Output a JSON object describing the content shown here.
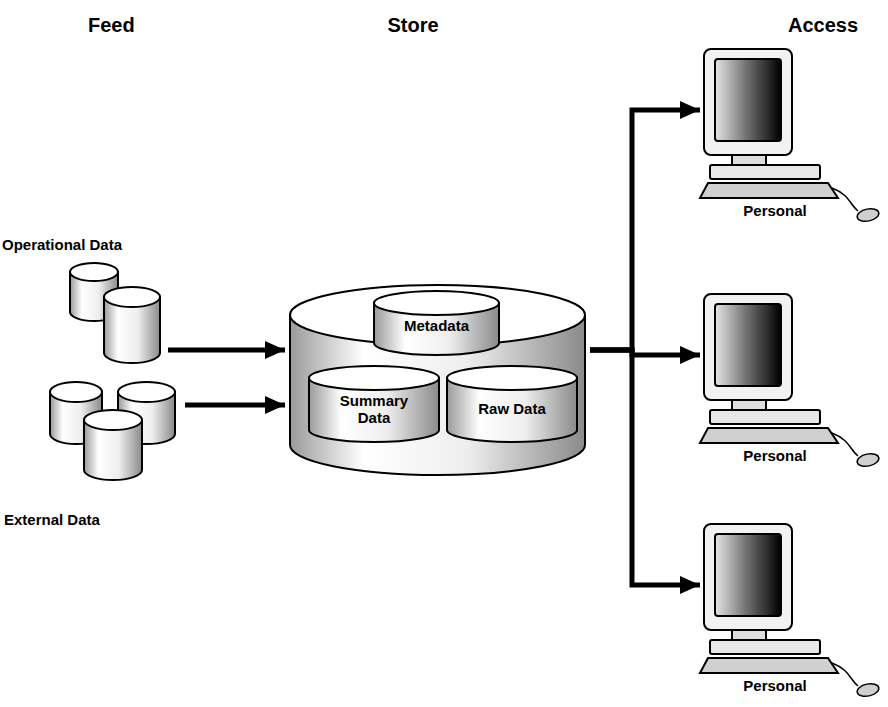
{
  "diagram": {
    "nodes": [
      {
        "text": [
          "Operational Data"
        ]
      },
      {
        "text": [
          "External Data"
        ]
      },
      {
        "text": [
          "Store"
        ]
      },
      {
        "text": [
          "Metadata"
        ],
        "in": 2
      },
      {
        "text": [
          "Summary Data"
        ],
        "in": 2
      },
      {
        "text": [
          "Raw Data"
        ],
        "in": 2
      },
      {
        "text": [
          "Personal"
        ]
      },
      {
        "text": [
          "Personal"
        ]
      },
      {
        "text": [
          "Personal"
        ]
      }
    ],
    "edges": [
      {
        "from": 0,
        "to": 2,
        "arrow": "to"
      },
      {
        "from": 1,
        "to": 2,
        "arrow": "to"
      },
      {
        "from": 2,
        "to": 6,
        "arrow": "to"
      },
      {
        "from": 2,
        "to": 7,
        "arrow": "to"
      },
      {
        "from": 2,
        "to": 8,
        "arrow": "to"
      }
    ],
    "labels": [
      "Feed",
      "Access"
    ]
  }
}
